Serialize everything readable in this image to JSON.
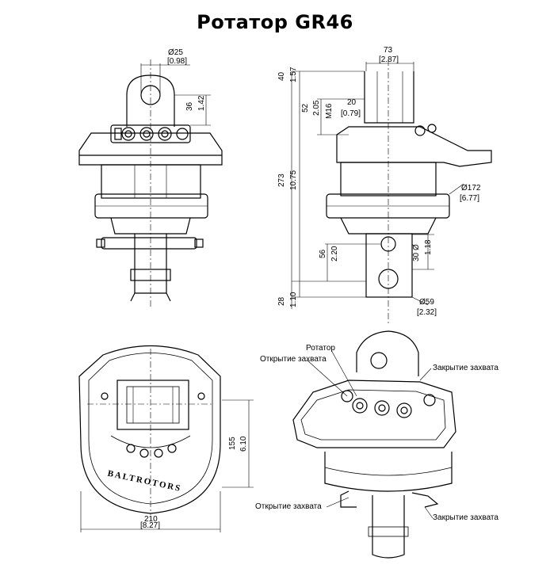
{
  "title": "Ротатор  GR46",
  "dimensions": {
    "top_view": {
      "pin_dia_mm": "Ø25",
      "pin_dia_in": "[0.98]",
      "pin_offset_mm": "36",
      "pin_offset_in": "1.42"
    },
    "side_view": {
      "width_mm": "73",
      "width_in": "[2.87]",
      "top_mm": "40",
      "top_in": "1.57",
      "hole_mm": "52",
      "hole_in": "2.05",
      "thread": "M16",
      "port_mm": "20",
      "port_in": "[0.79]",
      "height_mm": "273",
      "height_in": "10.75",
      "dia_mm": "Ø172",
      "dia_in": "[6.77]",
      "shaft_mm": "56",
      "shaft_in": "2.20",
      "bore_mm": "Ø",
      "bore_in": "1.18",
      "bore_val": "30",
      "bottom_mm": "28",
      "bottom_in": "1.10",
      "shaft_dia_mm": "Ø59",
      "shaft_dia_in": "[2.32]"
    },
    "bottom_view": {
      "depth_mm": "155",
      "depth_in": "6.10",
      "width_mm": "210",
      "width_in": "[8.27]"
    }
  },
  "labels": {
    "rotator": "Ротатор",
    "open_grab_top": "Открытие захвата",
    "close_grab_top": "Закрытие захвата",
    "open_grab_bottom": "Открытие захвата",
    "close_grab_bottom": "Закрытие захвата"
  },
  "brand": "BALTROTORS"
}
